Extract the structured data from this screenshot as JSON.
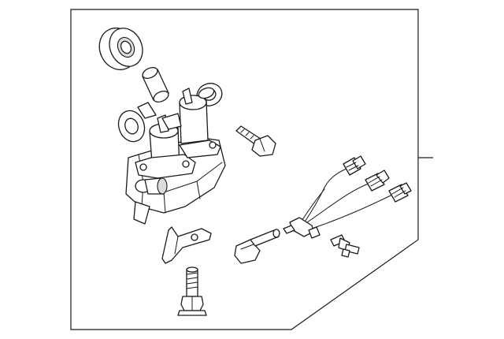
{
  "diagram": {
    "parts": [
      {
        "id": "grommet",
        "icon": "grommet-icon"
      },
      {
        "id": "bushing",
        "icon": "bushing-icon"
      },
      {
        "id": "egr-valve-assembly",
        "icon": "egr-valve-icon"
      },
      {
        "id": "flange-bolt",
        "icon": "bolt-icon"
      },
      {
        "id": "bracket",
        "icon": "bracket-icon"
      },
      {
        "id": "wiring-harness",
        "icon": "harness-icon"
      },
      {
        "id": "sensor-connector",
        "icon": "connector-icon"
      },
      {
        "id": "temperature-sensor",
        "icon": "sensor-icon"
      },
      {
        "id": "stud-bolt",
        "icon": "stud-icon"
      }
    ],
    "colors": {
      "line": "#1a1a1a",
      "background": "#ffffff"
    }
  }
}
